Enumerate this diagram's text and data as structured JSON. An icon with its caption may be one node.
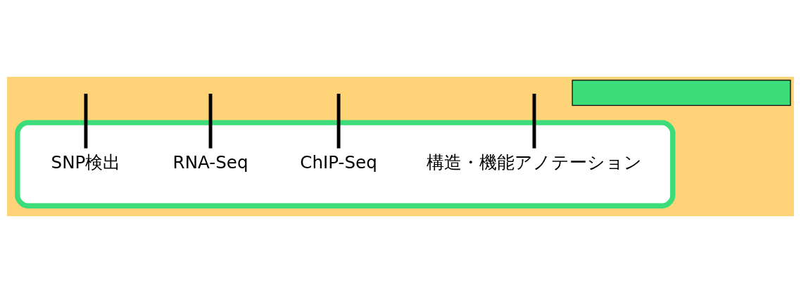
{
  "diagram": {
    "nodes": [
      {
        "text": [],
        "shape": "box"
      },
      {
        "text": [],
        "shape": "box"
      },
      {
        "text": [
          "SNP検出"
        ],
        "in": 0
      },
      {
        "text": [
          "RNA-Seq"
        ],
        "in": 0
      },
      {
        "text": [
          "ChIP-Seq"
        ],
        "in": 0
      },
      {
        "text": [
          "構造・機能アノテーション"
        ],
        "in": 0
      }
    ],
    "edges": [
      {
        "from": null,
        "to": 2,
        "arrow": "none"
      },
      {
        "from": null,
        "to": 3,
        "arrow": "none"
      },
      {
        "from": null,
        "to": 4,
        "arrow": "none"
      },
      {
        "from": null,
        "to": 5,
        "arrow": "none"
      }
    ]
  }
}
